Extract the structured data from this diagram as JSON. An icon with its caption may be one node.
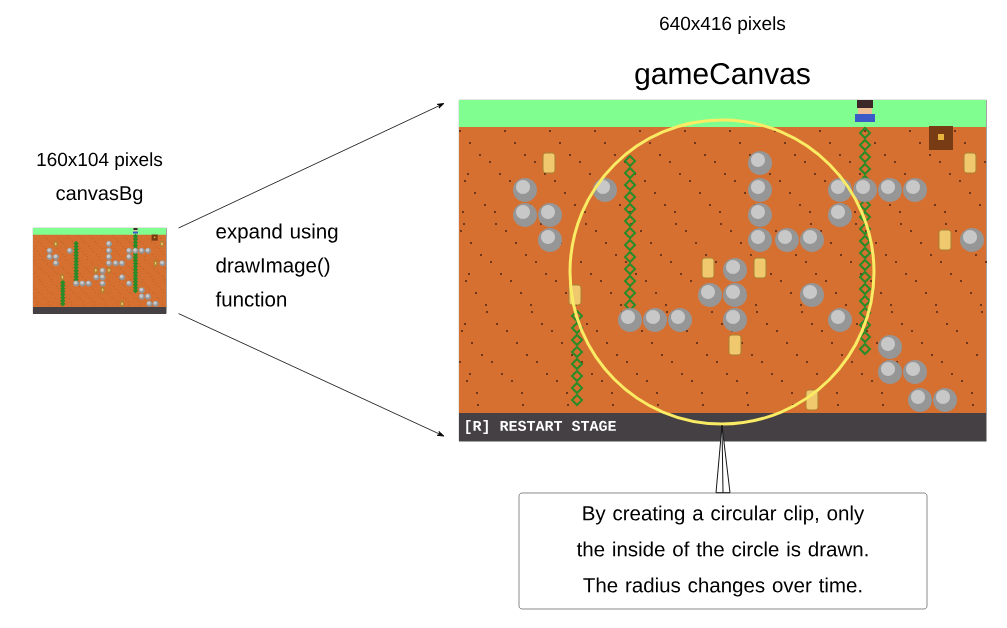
{
  "diagram": {
    "nodes": [
      {
        "text": [
          "160x104 pixels",
          "canvasBg"
        ]
      },
      {
        "text": [
          "640x416 pixels",
          "gameCanvas",
          "[R] RESTART STAGE"
        ]
      },
      {
        "text": [],
        "shape": "circle",
        "in": 1
      },
      {
        "text": [
          "By creating a circular clip, only the inside of the circle is drawn. The radius changes over time."
        ]
      }
    ],
    "edges": [
      {
        "from": 0,
        "to": 1,
        "arrow": "to"
      },
      {
        "from": 0,
        "to": 1,
        "arrow": "to"
      },
      {
        "from": 3,
        "to": 2,
        "arrow": "none"
      }
    ],
    "labels": [
      "expand using drawImage() function"
    ]
  }
}
